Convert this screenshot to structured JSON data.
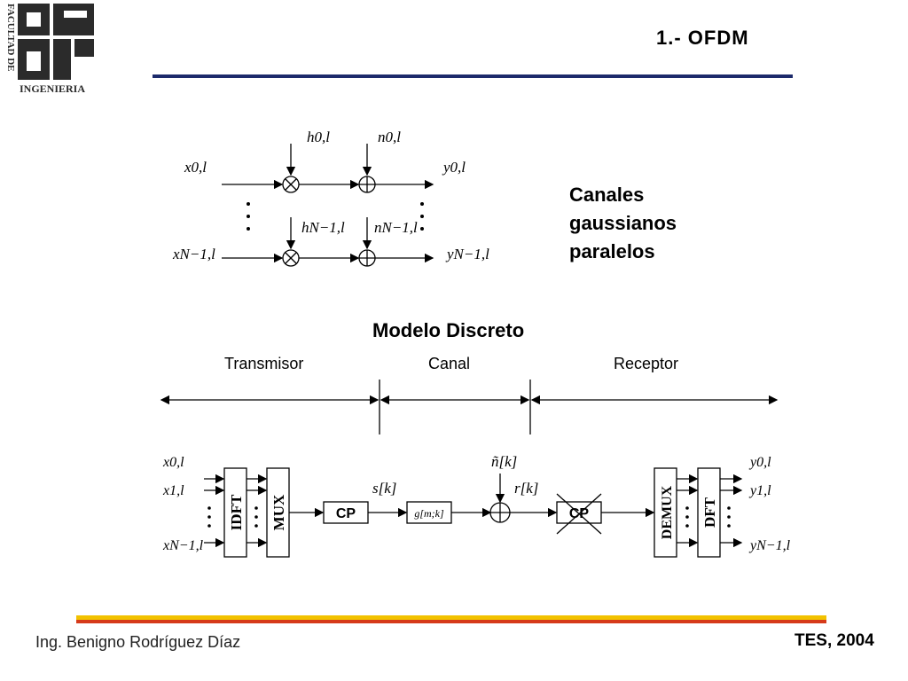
{
  "header": {
    "title": "1.- OFDM",
    "logo_text_vertical": "FACULTAD DE",
    "logo_text_horizontal": "INGENIERIA"
  },
  "diagram1": {
    "side_label_lines": [
      "Canales",
      "gaussianos",
      "paralelos"
    ],
    "inputs": [
      "x0,l",
      "xN−1,l"
    ],
    "gains": [
      "h0,l",
      "hN−1,l"
    ],
    "noises": [
      "n0,l",
      "nN−1,l"
    ],
    "outputs": [
      "y0,l",
      "yN−1,l"
    ]
  },
  "diagram2": {
    "title": "Modelo Discreto",
    "sections": {
      "transmisor": "Transmisor",
      "canal": "Canal",
      "receptor": "Receptor"
    },
    "blocks": {
      "idft": "IDFT",
      "mux": "MUX",
      "cp_add": "CP",
      "channel": "g[m;k]",
      "cp_remove": "CP",
      "demux": "DEMUX",
      "dft": "DFT"
    },
    "signals": {
      "inputs": [
        "x0,l",
        "x1,l",
        "xN−1,l"
      ],
      "s": "s[k]",
      "noise": "ñ[k]",
      "r": "r[k]",
      "outputs": [
        "y0,l",
        "y1,l",
        "yN−1,l"
      ]
    }
  },
  "footer": {
    "author": "Ing. Benigno Rodríguez Díaz",
    "course": "TES, 2004"
  },
  "colors": {
    "rule": "#1c2a6b",
    "footer_yellow": "#f2c200",
    "footer_red": "#d63a1a",
    "logo": "#2b2b2b"
  }
}
